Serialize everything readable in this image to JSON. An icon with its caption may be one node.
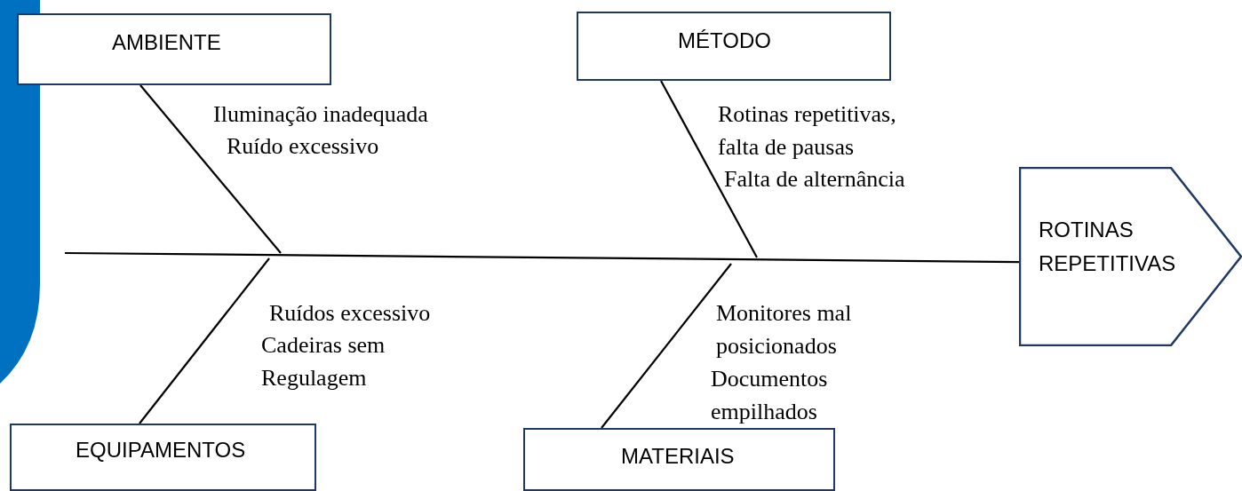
{
  "diagram": {
    "nodes": [
      {
        "text": [
          "AMBIENTE"
        ]
      },
      {
        "text": [
          "MÉTODO"
        ]
      },
      {
        "text": [
          "ROTINAS REPETITIVAS"
        ]
      },
      {
        "text": [
          "EQUIPAMENTOS"
        ]
      },
      {
        "text": [
          "MATERIAIS"
        ]
      }
    ],
    "edges": [
      {
        "from": null,
        "to": 2,
        "arrow": "none"
      },
      {
        "from": 0,
        "to": null,
        "arrow": "none"
      },
      {
        "from": 1,
        "to": null,
        "arrow": "none"
      },
      {
        "from": 3,
        "to": null,
        "arrow": "none"
      },
      {
        "from": 4,
        "to": null,
        "arrow": "none"
      }
    ],
    "labels": [
      "Iluminação inadequada",
      "Ruído excessivo",
      "Rotinas repetitivas, falta de pausas",
      "Falta de alternância",
      "Ruídos excessivo",
      "Cadeiras sem Regulagem",
      "Monitores mal posicionados",
      "Documentos empilhados"
    ]
  }
}
